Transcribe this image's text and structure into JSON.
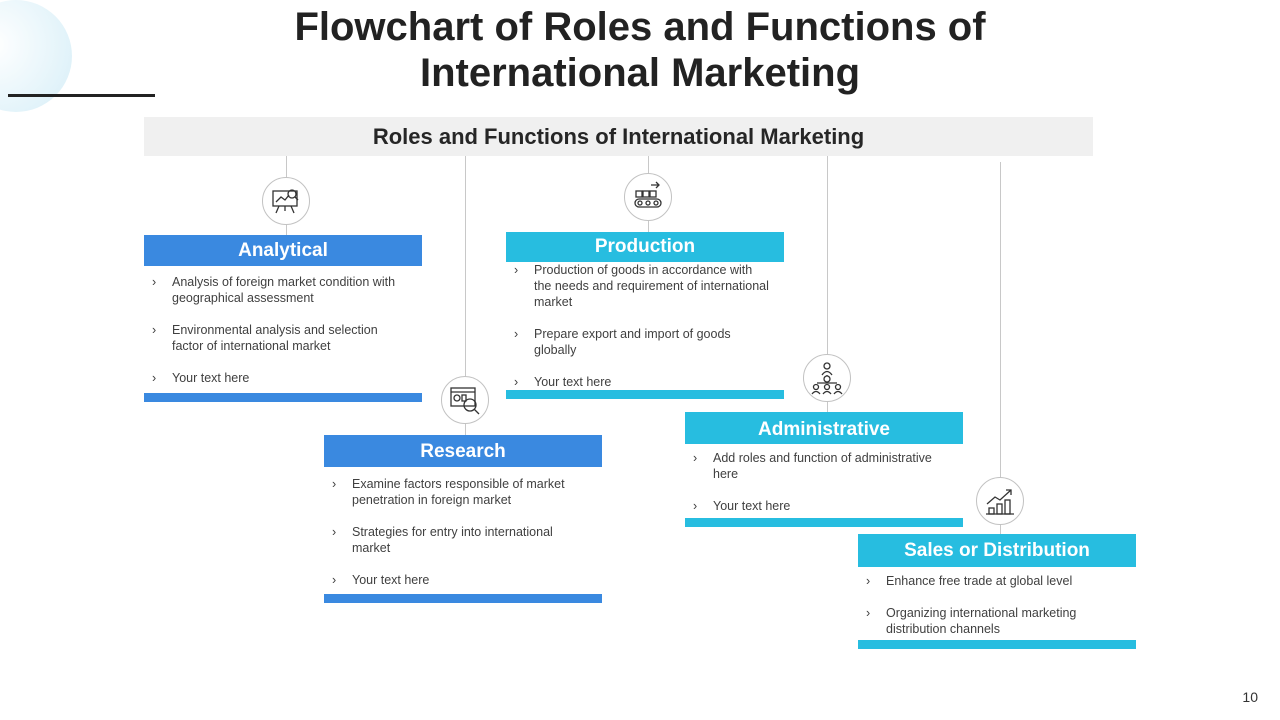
{
  "title_line1": "Flowchart of Roles and Functions of",
  "title_line2": "International Marketing",
  "banner": "Roles and Functions of International Marketing",
  "page_number": "10",
  "colors": {
    "blue": "#3a89e0",
    "cyan": "#27bde0",
    "banner_bg": "#f0f0f0"
  },
  "cards": [
    {
      "title": "Analytical",
      "icon": "presentation-chart-icon",
      "items": [
        "Analysis of foreign market condition with geographical assessment",
        "Environmental analysis and selection factor of international market",
        "Your text here"
      ]
    },
    {
      "title": "Research",
      "icon": "research-dashboard-icon",
      "items": [
        "Examine factors responsible of market penetration in foreign market",
        "Strategies for entry into international market",
        "Your text here"
      ]
    },
    {
      "title": "Production",
      "icon": "conveyor-belt-icon",
      "items": [
        "Production of goods in accordance with the needs and requirement of international market",
        "Prepare export and import of goods globally",
        "Your text here"
      ]
    },
    {
      "title": "Administrative",
      "icon": "team-hierarchy-icon",
      "items": [
        "Add roles and function of administrative here",
        "Your text here"
      ]
    },
    {
      "title": "Sales or Distribution",
      "icon": "growth-chart-icon",
      "items": [
        "Enhance free trade at global level",
        "Organizing international marketing distribution channels"
      ]
    }
  ]
}
